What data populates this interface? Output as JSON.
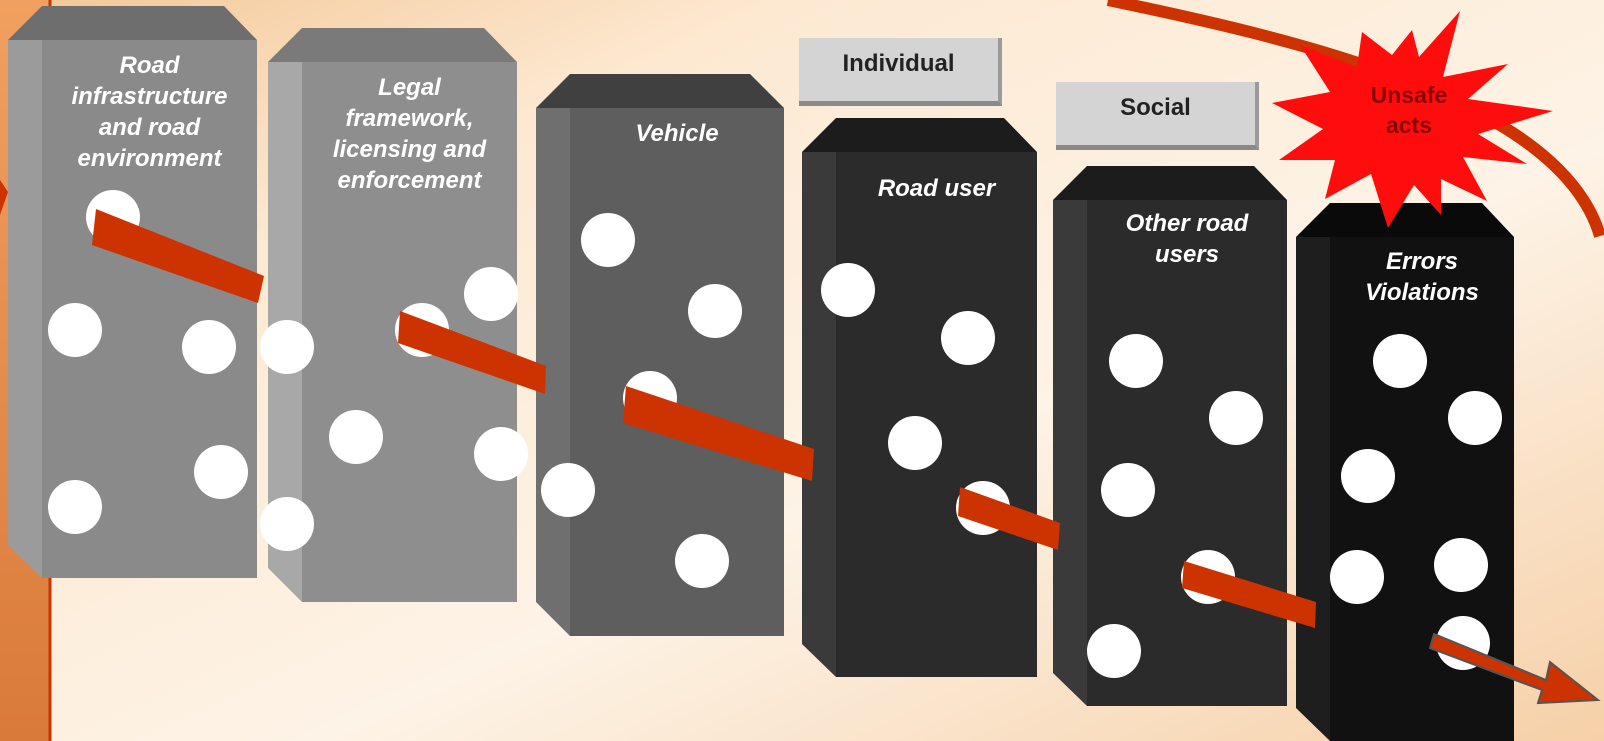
{
  "blocks": [
    {
      "label": "Road\ninfrastructure\nand road\nenvironment"
    },
    {
      "label": "Legal\nframework,\nlicensing and\nenforcement"
    },
    {
      "label": "Vehicle"
    },
    {
      "label": "Road user"
    },
    {
      "label": "Other road\nusers"
    },
    {
      "label": "Errors\nViolations"
    }
  ],
  "tags": {
    "individual": "Individual",
    "social": "Social"
  },
  "burst": {
    "label": "Unsafe\nacts"
  },
  "colors": {
    "background": "#fbeedd",
    "accent_red": "#cc3300",
    "burst_red": "#ff0d0d",
    "hole": "#ffffff"
  }
}
